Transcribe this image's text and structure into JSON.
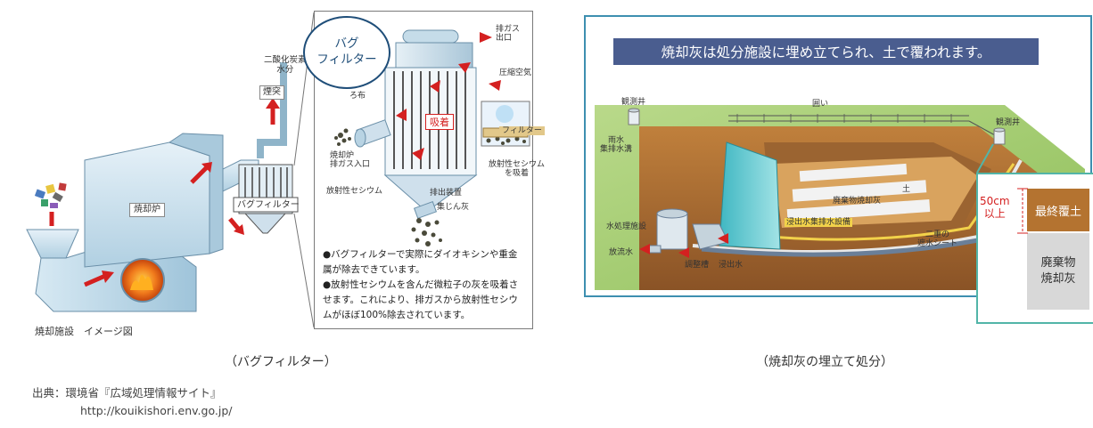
{
  "incineration": {
    "steam_label": "二酸化炭素\n水分",
    "chimney_label": "煙突",
    "furnace_label": "焼却炉",
    "bag_filter_label": "バグフィルター",
    "caption": "焼却施設　イメージ図"
  },
  "bag_filter_panel": {
    "badge": "バグ\nフィルター",
    "exhaust_outlet": "排ガス\n出口",
    "compressed_air": "圧縮空気",
    "filter_cloth": "ろ布",
    "adsorption": "吸着",
    "filter_label": "フィルター",
    "cesium_adsorb": "放射性セシウム\nを吸着",
    "inlet": "焼却炉\n排ガス入口",
    "cesium": "放射性セシウム",
    "discharge": "排出装置",
    "dust_ash": "集じん灰",
    "notes": [
      "●バグフィルターで実際にダイオキシンや重金属が除去できています。",
      "●放射性セシウムを含んだ微粒子の灰を吸着させます。これにより、排ガスから放射性セシウムがほぼ100%除去されています。"
    ]
  },
  "landfill": {
    "banner": "焼却灰は処分施設に埋め立てられ、土で覆われます。",
    "well_left": "観測井",
    "well_right": "観測井",
    "fence": "囲い",
    "drain": "雨水\n集排水溝",
    "soil": "土",
    "ash_layer": "廃棄物焼却灰",
    "leachate_pipe": "浸出水集排水設備",
    "double_sheet": "二重の\n遮水シート",
    "water_treatment": "水処理施設",
    "discharge": "放流水",
    "tank": "調整槽",
    "leachate": "浸出水",
    "depth": "50cm\n以上",
    "final_cover": "最終覆土",
    "ash_box": "廃棄物\n焼却灰"
  },
  "captions": {
    "left": "（バグフィルター）",
    "right": "（焼却灰の埋立て処分）"
  },
  "source": {
    "line1": "出典：環境省『広域処理情報サイト』",
    "line2": "http://kouikishori.env.go.jp/"
  },
  "colors": {
    "accent_red": "#d42020",
    "banner_bg": "#4a5d8f",
    "final_cover": "#b47330",
    "frame_blue": "#3d8fb0",
    "machine_blue": "#b8d8ea"
  }
}
